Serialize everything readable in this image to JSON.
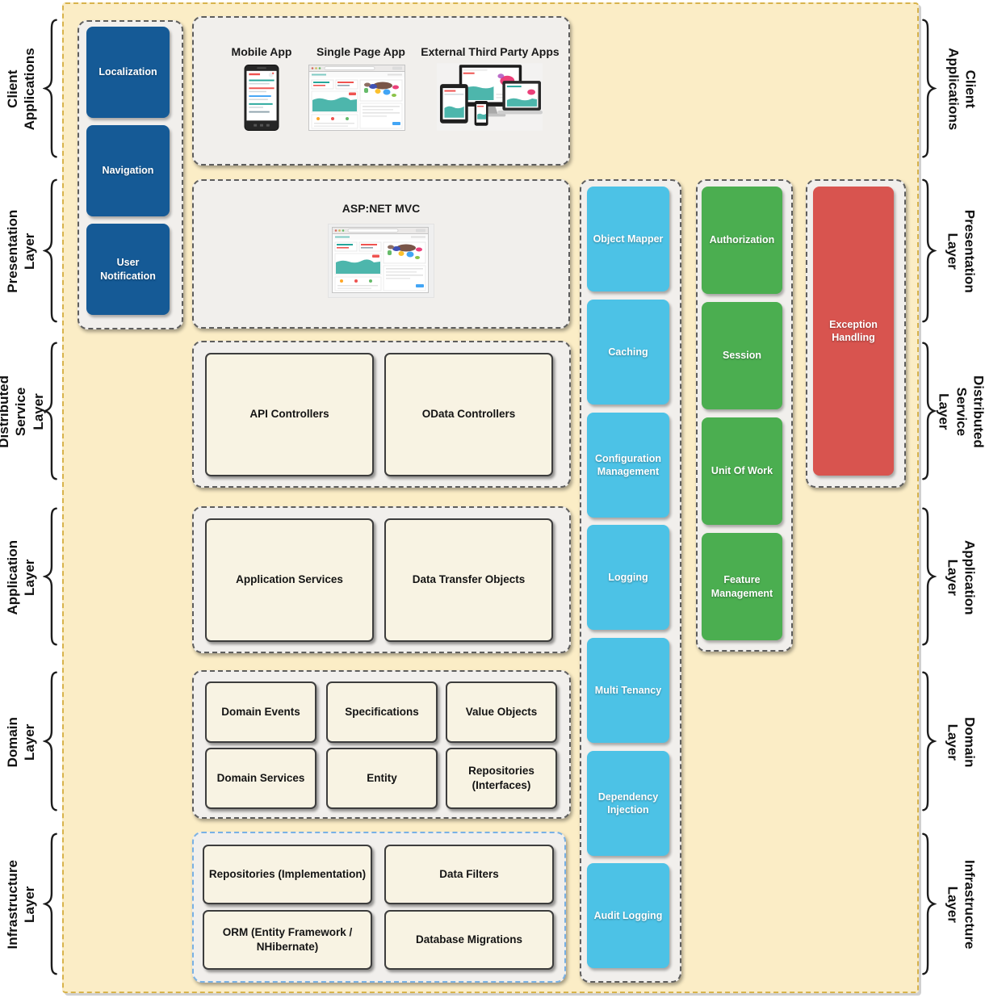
{
  "layers": {
    "left": [
      "Client\nApplications",
      "Presentation\nLayer",
      "Distributed\nService Layer",
      "Application\nLayer",
      "Domain\nLayer",
      "Infrastructure\nLayer"
    ],
    "right": [
      "Client\nApplications",
      "Presentation\nLayer",
      "Distributed\nService Layer",
      "Application\nLayer",
      "Domain\nLayer",
      "Infrastructure\nLayer"
    ]
  },
  "ui_components": [
    "Localization",
    "Navigation",
    "User\nNotification"
  ],
  "client_apps": {
    "labels": [
      "Mobile App",
      "Single Page App",
      "External Third Party Apps"
    ]
  },
  "presentation": {
    "title": "ASP:NET MVC"
  },
  "distributed_service": [
    "API Controllers",
    "OData Controllers"
  ],
  "application": [
    "Application Services",
    "Data Transfer Objects"
  ],
  "domain": [
    "Domain Events",
    "Specifications",
    "Value Objects",
    "Domain Services",
    "Entity",
    "Repositories\n(Interfaces)"
  ],
  "infrastructure": [
    "Repositories (Implementation)",
    "Data Filters",
    "ORM (Entity Framework /\nNHibernate)",
    "Database Migrations"
  ],
  "cross_cutting": [
    "Object Mapper",
    "Caching",
    "Configuration\nManagement",
    "Logging",
    "Multi Tenancy",
    "Dependency\nInjection",
    "Audit Logging"
  ],
  "shared_blocks": [
    "Authorization",
    "Session",
    "Unit Of Work",
    "Feature\nManagement"
  ],
  "exception_handling": "Exception\nHandling",
  "colors": {
    "blue": "#155A96",
    "cyan": "#4CC2E6",
    "green": "#4BAE50",
    "red": "#D8544F",
    "board_bg": "#FBEDC6",
    "board_border": "#D8B34C",
    "panel_bg": "#F1EFEC",
    "cream_box": "#F8F3E3",
    "infra_border": "#79B1E5"
  }
}
